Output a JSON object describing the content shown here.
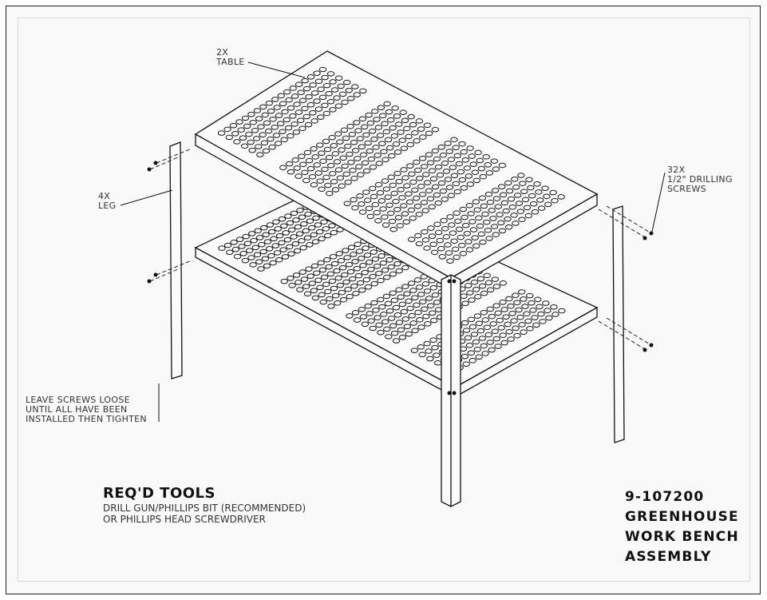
{
  "callouts": {
    "table": {
      "qty": "2X",
      "name": "TABLE"
    },
    "leg": {
      "qty": "4X",
      "name": "LEG"
    },
    "screws": {
      "qty": "32X",
      "name1": "1/2\" DRILLING",
      "name2": "SCREWS"
    },
    "note": [
      "LEAVE SCREWS LOOSE",
      "UNTIL ALL HAVE BEEN",
      "INSTALLED THEN TIGHTEN"
    ]
  },
  "tools": {
    "heading": "REQ'D TOOLS",
    "line1": "DRILL GUN/PHILLIPS BIT (RECOMMENDED)",
    "line2": "OR PHILLIPS HEAD SCREWDRIVER"
  },
  "title_block": {
    "part_number": "9-107200",
    "line1": "GREENHOUSE",
    "line2": "WORK BENCH",
    "line3": "ASSEMBLY"
  }
}
